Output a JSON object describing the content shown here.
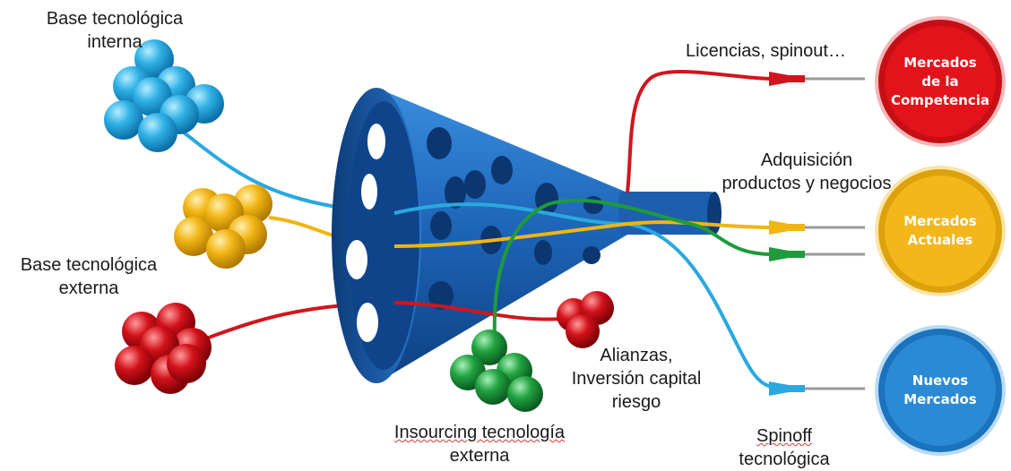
{
  "labels": {
    "base_interna": [
      "Base tecnológica",
      "interna"
    ],
    "base_externa": [
      "Base tecnológica",
      "externa"
    ],
    "licencias": [
      "Licencias, spinout…"
    ],
    "adquisicion": [
      "Adquisición",
      "productos y negocios"
    ],
    "alianzas": [
      "Alianzas,",
      "Inversión capital",
      "riesgo"
    ],
    "insourcing": [
      "Insourcing tecnología",
      "externa"
    ],
    "spinoff": [
      "Spinoff",
      "tecnológica"
    ]
  },
  "markets": {
    "competencia": [
      "Mercados",
      "de la",
      "Competencia"
    ],
    "actuales": [
      "Mercados",
      "Actuales"
    ],
    "nuevos": [
      "Nuevos",
      "Mercados"
    ]
  },
  "colors": {
    "blue_funnel": "#1c63b5",
    "cyan": "#2ba8e0",
    "yellow": "#f0b512",
    "red": "#d0161d",
    "green": "#1f9a3c"
  }
}
